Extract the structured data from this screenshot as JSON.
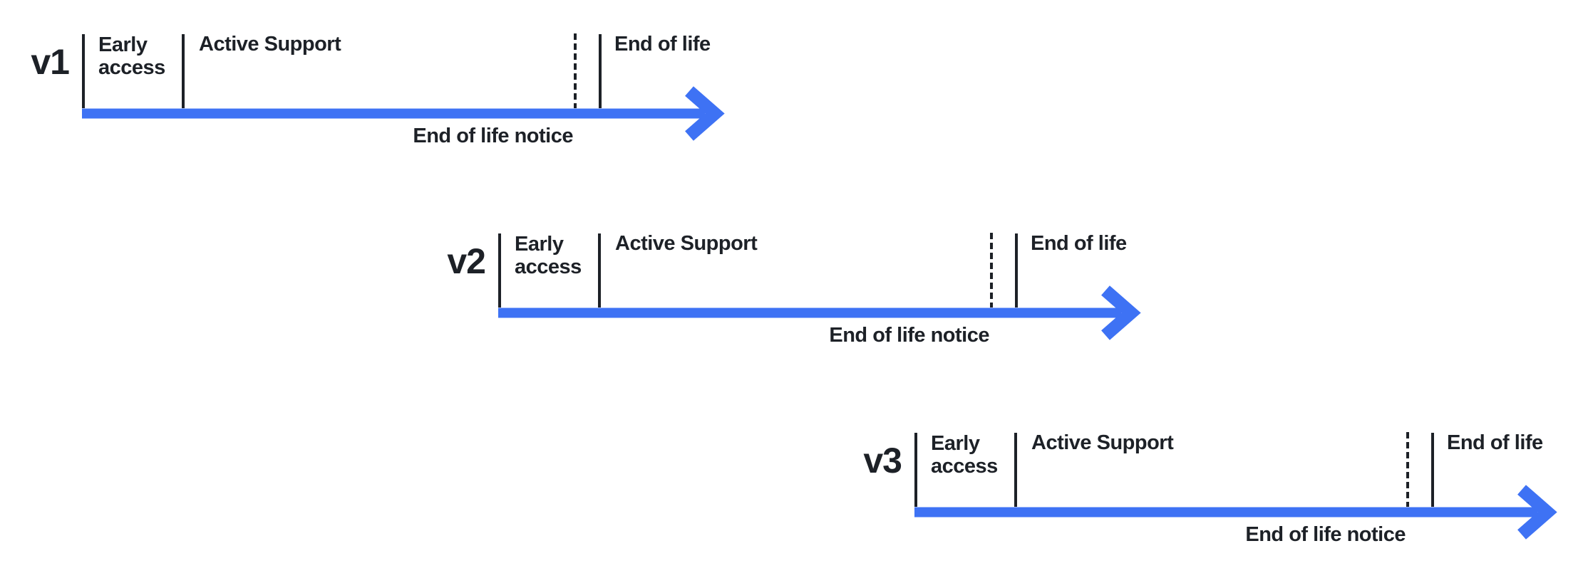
{
  "colors": {
    "accent_blue": "#3e72f4",
    "ink": "#1d2127",
    "background": "#ffffff"
  },
  "timelines": [
    {
      "version": "v1",
      "phases": {
        "early_access": "Early access",
        "active_support": "Active Support",
        "end_of_life": "End of life"
      },
      "annotation": {
        "end_of_life_notice": "End of life notice"
      }
    },
    {
      "version": "v2",
      "phases": {
        "early_access": "Early access",
        "active_support": "Active Support",
        "end_of_life": "End of life"
      },
      "annotation": {
        "end_of_life_notice": "End of life notice"
      }
    },
    {
      "version": "v3",
      "phases": {
        "early_access": "Early access",
        "active_support": "Active Support",
        "end_of_life": "End of life"
      },
      "annotation": {
        "end_of_life_notice": "End of life notice"
      }
    }
  ]
}
